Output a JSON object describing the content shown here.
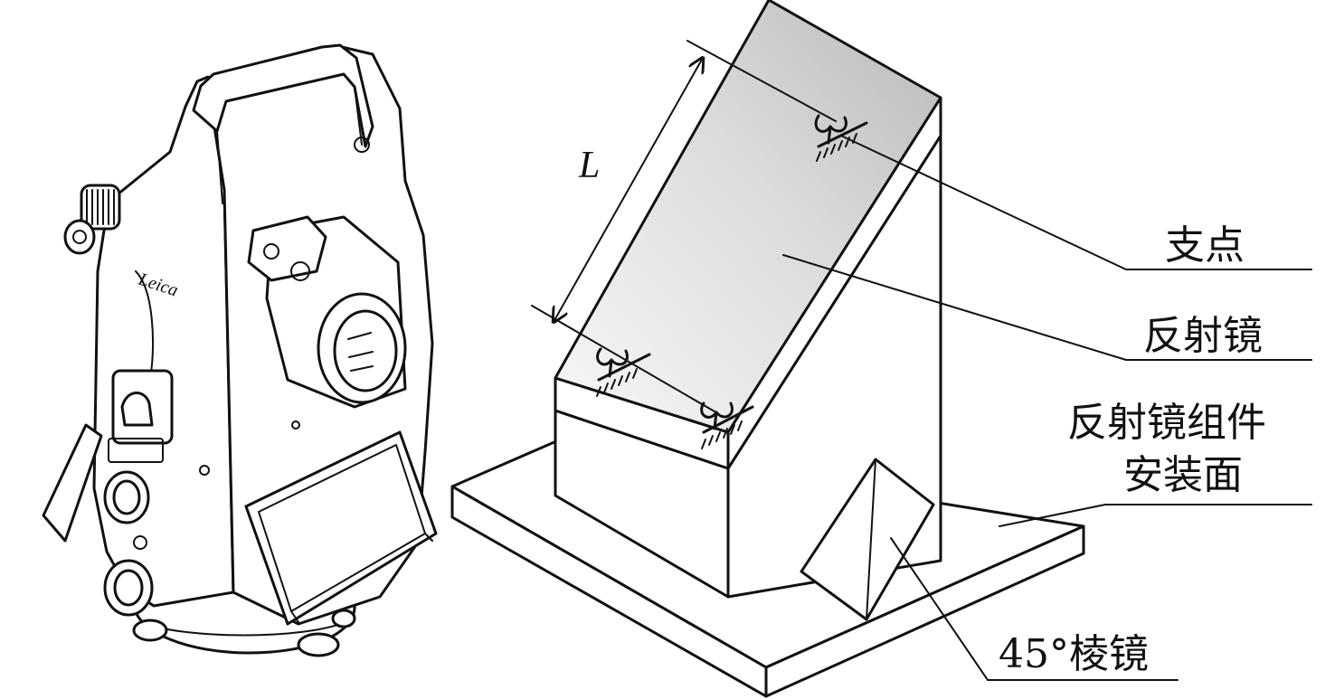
{
  "instrument": {
    "logo_text": "Leica"
  },
  "diagram": {
    "dimension_label": "L",
    "labels": {
      "pivot": "支点",
      "mirror": "反射镜",
      "mount_line1": "反射镜组件",
      "mount_line2": "安装面",
      "prism": "45°棱镜"
    }
  }
}
